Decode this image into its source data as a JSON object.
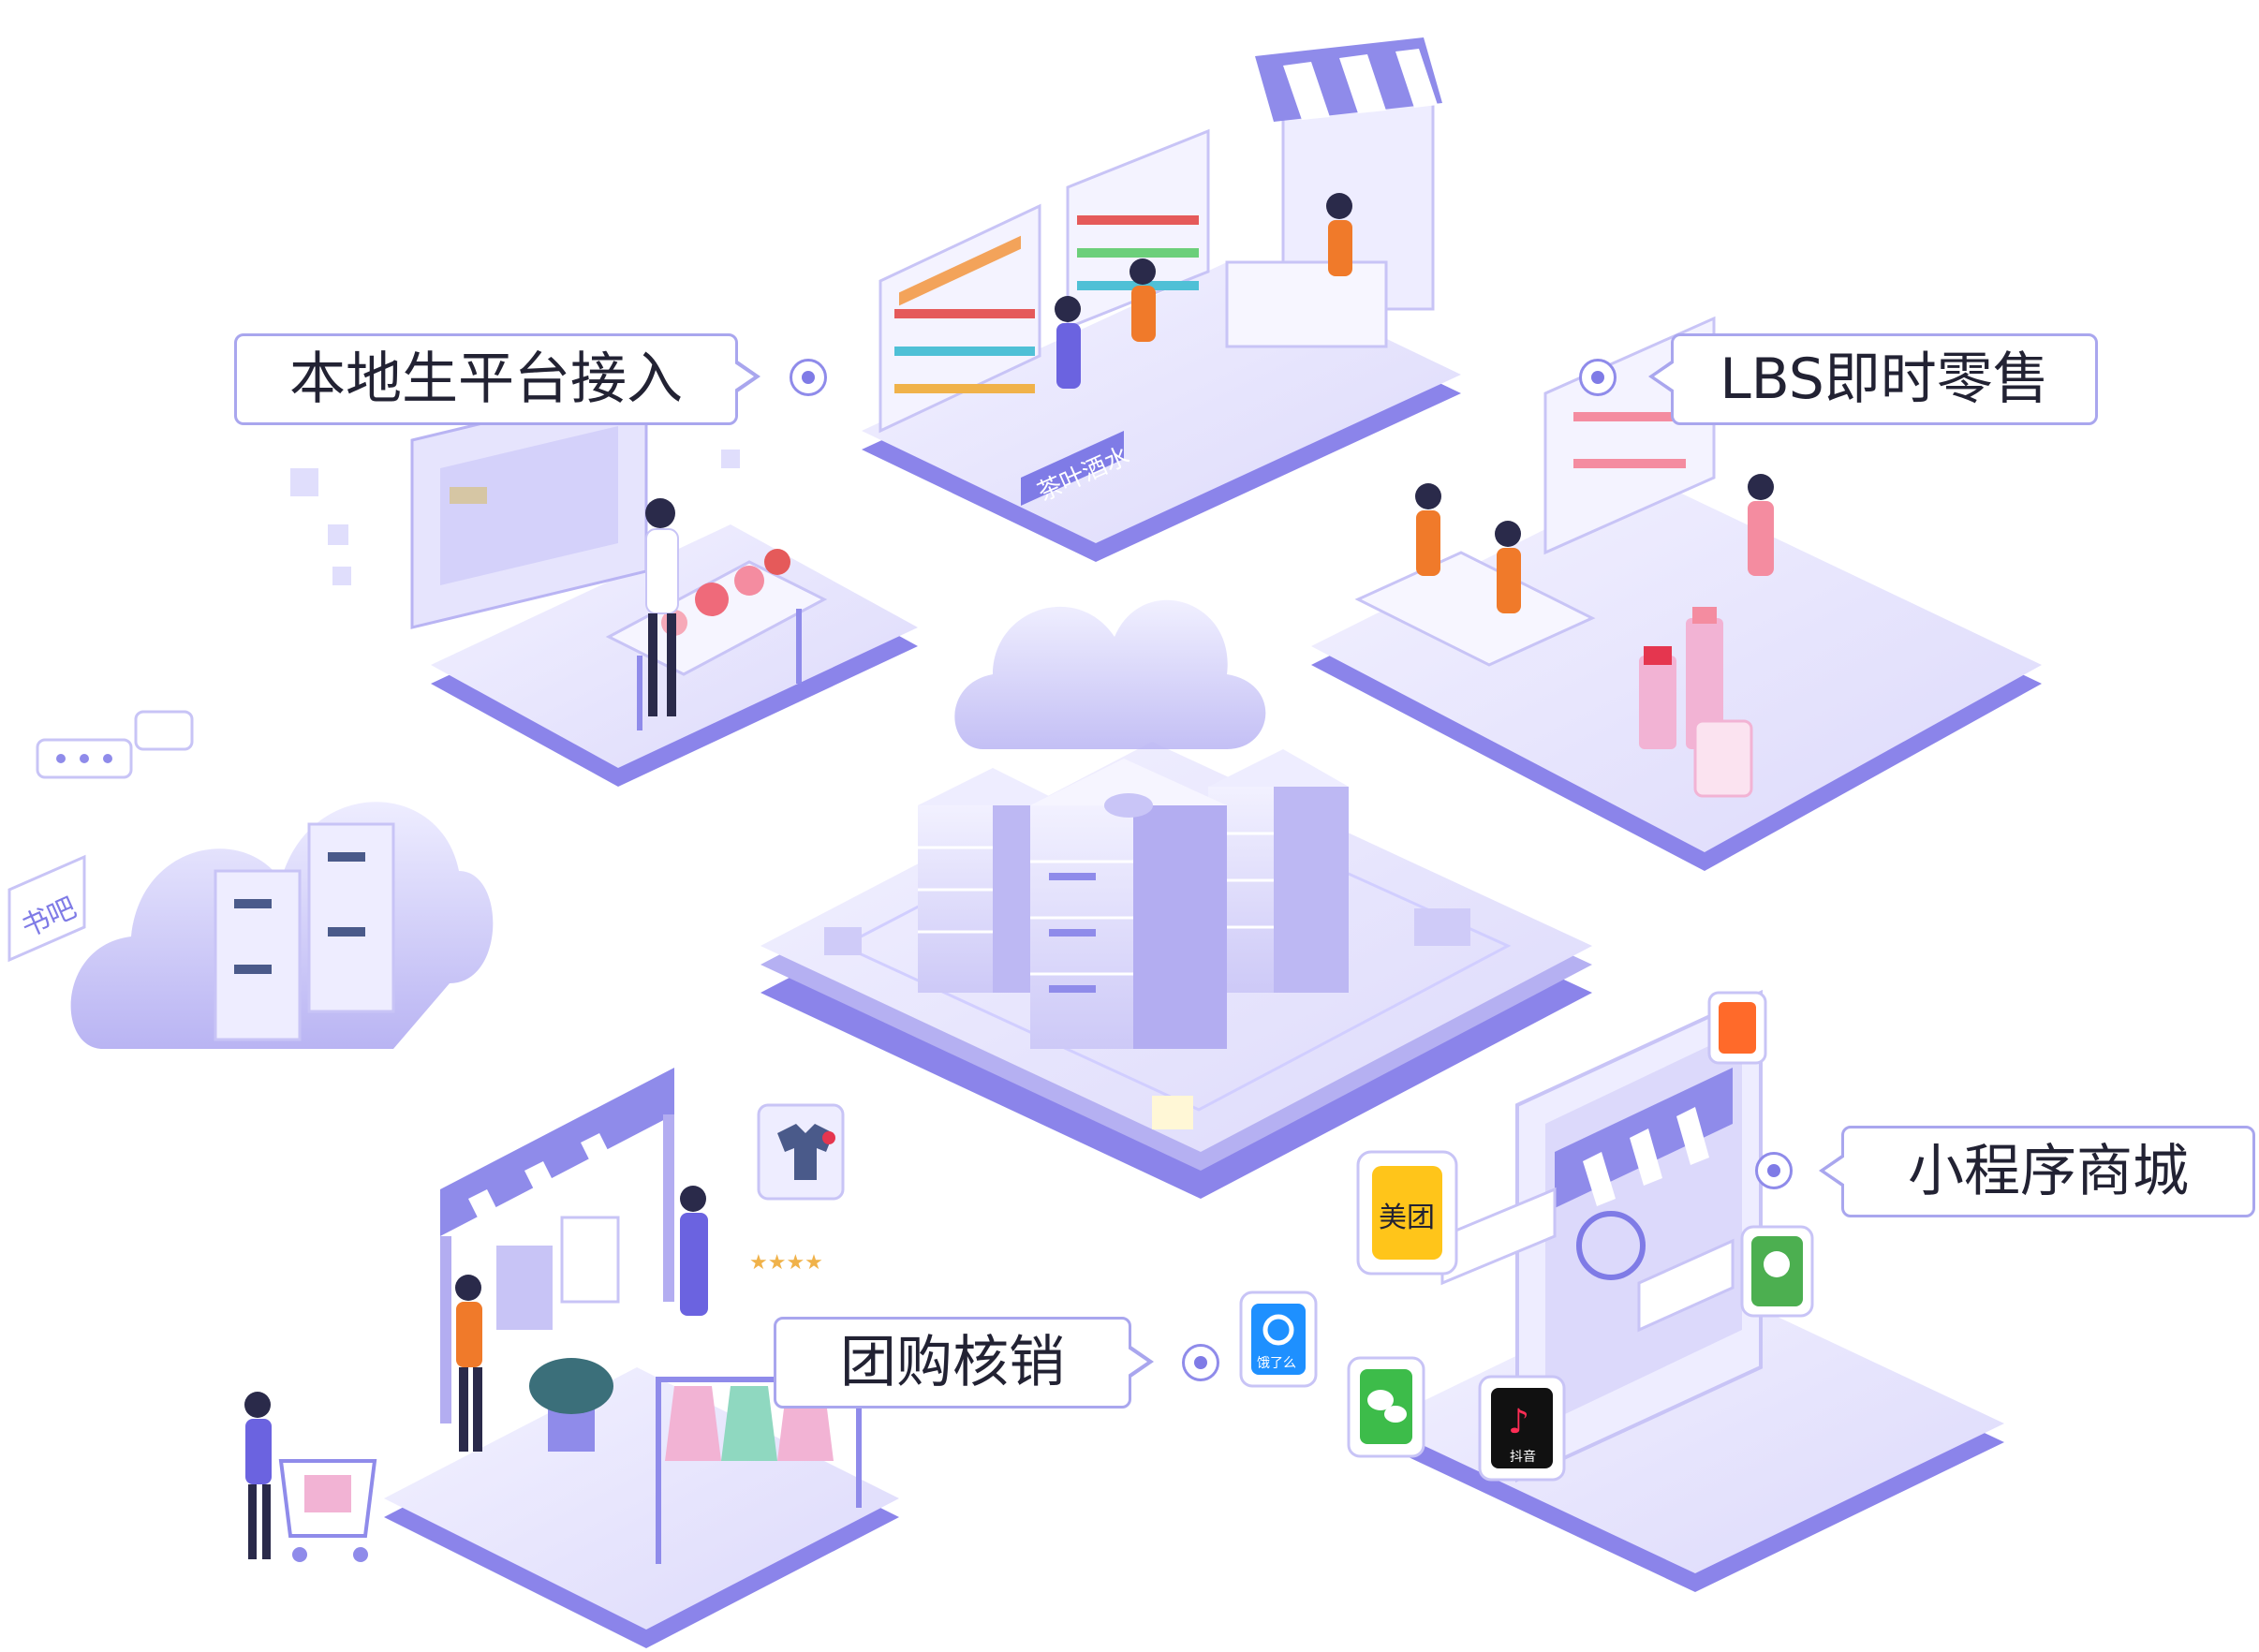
{
  "callouts": {
    "local_life": "本地生平台接入",
    "lbs_retail": "LBS即时零售",
    "mini_program": "小程序商城",
    "group_buy": "团购核销"
  },
  "signs": {
    "tea_wine": "茶叶酒水",
    "book_bar": "书吧"
  },
  "apps": {
    "meituan": "美团",
    "eleme": "饿了么",
    "douyin": "抖音"
  },
  "colors": {
    "accent": "#7f7be6",
    "platform": "#e8e6fb",
    "platform_side": "#a9a4ef",
    "platform_shadow": "#8b84ea",
    "border": "#a9a6ee"
  }
}
